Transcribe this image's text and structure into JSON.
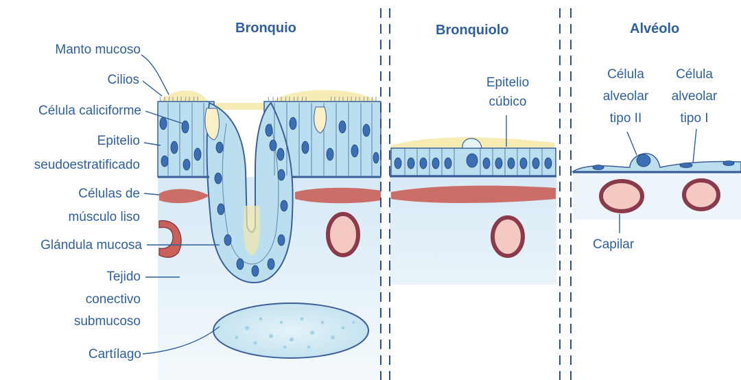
{
  "sections": {
    "bronquio": "Bronquio",
    "bronquiolo": "Bronquiolo",
    "alveolo": "Alvéolo"
  },
  "left_labels": {
    "manto_mucoso": "Manto mucoso",
    "cilios": "Cilios",
    "celula_caliciforme": "Célula caliciforme",
    "epitelio_line1": "Epitelio",
    "epitelio_line2": "seudoestratificado",
    "musculo_line1": "Células de",
    "musculo_line2": "músculo liso",
    "glandula": "Glándula mucosa",
    "tejido_line1": "Tejido",
    "tejido_line2": "conectivo",
    "tejido_line3": "submucoso",
    "cartilago": "Cartílago"
  },
  "bronquiolo_labels": {
    "epitelio_line1": "Epitelio",
    "epitelio_line2": "cúbico"
  },
  "alveolo_labels": {
    "tipo2_line1": "Célula",
    "tipo2_line2": "alveolar",
    "tipo2_line3": "tipo II",
    "tipo1_line1": "Célula",
    "tipo1_line2": "alveolar",
    "tipo1_line3": "tipo I",
    "capilar": "Capilar"
  },
  "colors": {
    "label_text": "#2e5f9e",
    "divider": "#2a4f8f",
    "mucus": "#f6e9a6",
    "epithelium": "#bcdff0",
    "nucleus": "#3a6fb5",
    "smooth_muscle": "#c9605a",
    "connective_tissue": "#dcecf6",
    "cartilage": "#cfe8f3"
  }
}
